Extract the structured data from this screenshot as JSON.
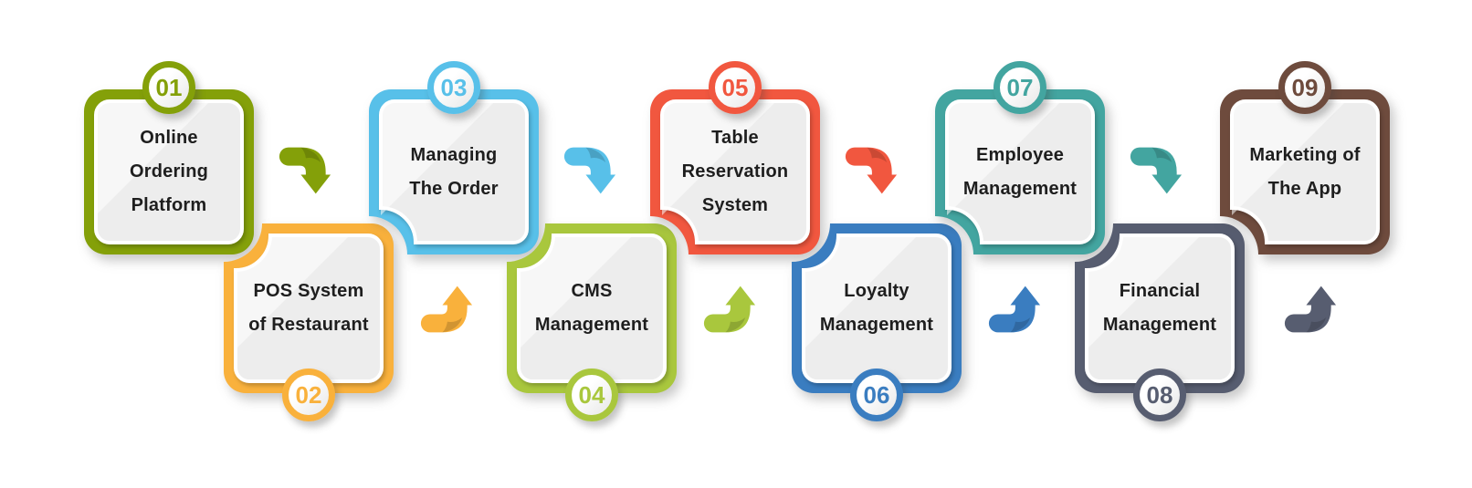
{
  "steps": [
    {
      "number": "01",
      "lines": [
        "Online",
        "Ordering",
        "Platform"
      ],
      "color": "#84A009",
      "position": "top"
    },
    {
      "number": "02",
      "lines": [
        "POS System",
        "of Restaurant"
      ],
      "color": "#F9B13C",
      "position": "bottom"
    },
    {
      "number": "03",
      "lines": [
        "Managing",
        "The Order"
      ],
      "color": "#58C0E9",
      "position": "top"
    },
    {
      "number": "04",
      "lines": [
        "CMS",
        "Management"
      ],
      "color": "#A9C73D",
      "position": "bottom"
    },
    {
      "number": "05",
      "lines": [
        "Table",
        "Reservation",
        "System"
      ],
      "color": "#F1573F",
      "position": "top"
    },
    {
      "number": "06",
      "lines": [
        "Loyalty",
        "Management"
      ],
      "color": "#3A7DC0",
      "position": "bottom"
    },
    {
      "number": "07",
      "lines": [
        "Employee",
        "Management"
      ],
      "color": "#43A5A0",
      "position": "top"
    },
    {
      "number": "08",
      "lines": [
        "Financial",
        "Management"
      ],
      "color": "#575D70",
      "position": "bottom"
    },
    {
      "number": "09",
      "lines": [
        "Marketing of",
        "The App"
      ],
      "color": "#6E4B3D",
      "position": "top"
    }
  ],
  "connectors": [
    {
      "from": "01",
      "to": "02",
      "direction": "down",
      "color": "#84A009"
    },
    {
      "from": "02",
      "to": "03",
      "direction": "up",
      "color": "#F9B13C"
    },
    {
      "from": "03",
      "to": "04",
      "direction": "down",
      "color": "#58C0E9"
    },
    {
      "from": "04",
      "to": "05",
      "direction": "up",
      "color": "#A9C73D"
    },
    {
      "from": "05",
      "to": "06",
      "direction": "down",
      "color": "#F1573F"
    },
    {
      "from": "06",
      "to": "07",
      "direction": "up",
      "color": "#3A7DC0"
    },
    {
      "from": "07",
      "to": "08",
      "direction": "down",
      "color": "#43A5A0"
    },
    {
      "from": "08",
      "to": "09",
      "direction": "up",
      "color": "#575D70"
    }
  ]
}
